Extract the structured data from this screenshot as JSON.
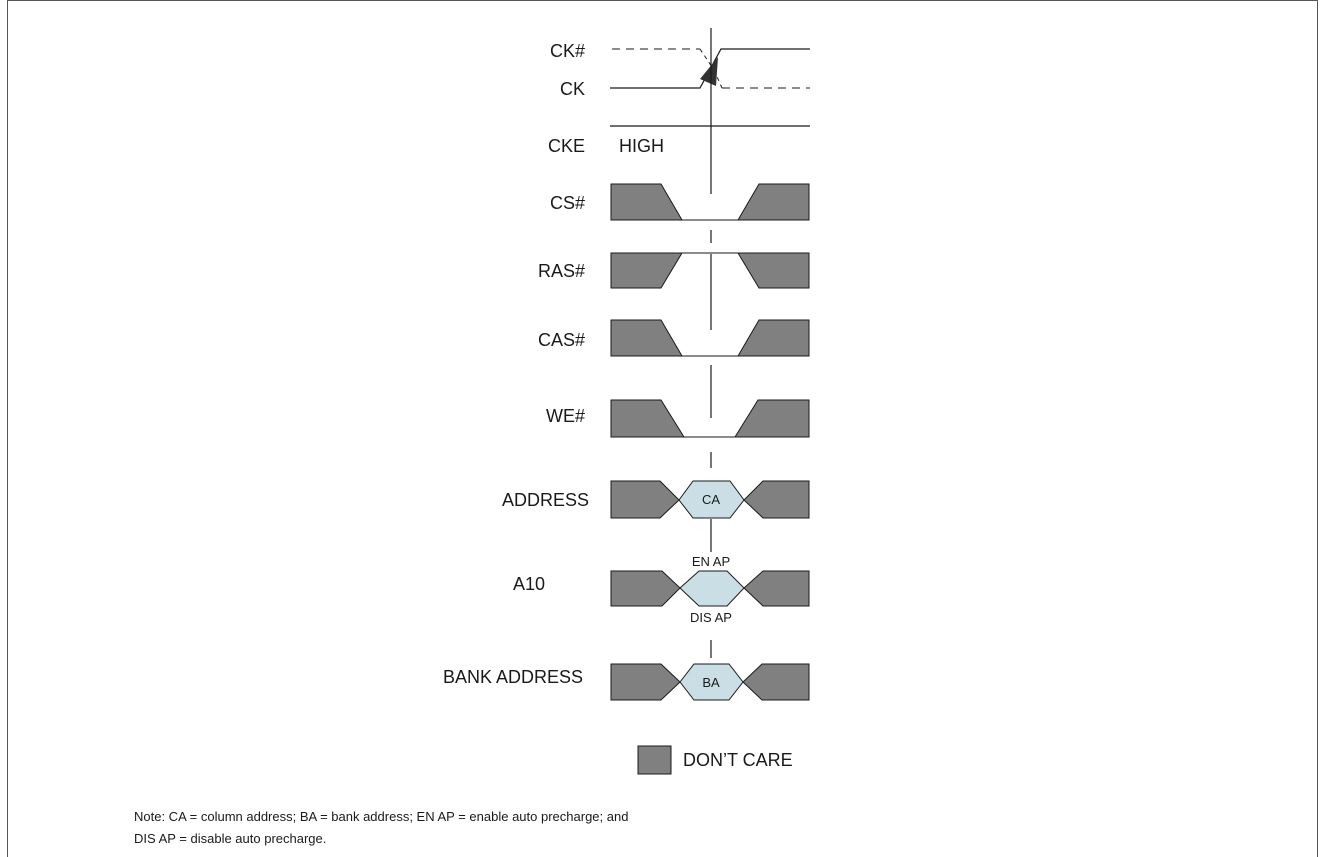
{
  "signals": {
    "ck_n": "CK#",
    "ck": "CK",
    "cke": "CKE",
    "cs_n": "CS#",
    "ras_n": "RAS#",
    "cas_n": "CAS#",
    "we_n": "WE#",
    "address": "ADDRESS",
    "a10": "A10",
    "bank_address": "BANK ADDRESS"
  },
  "cke_level": "HIGH",
  "bus_values": {
    "address": "CA",
    "bank_address": "BA",
    "a10_top": "EN AP",
    "a10_bottom": "DIS AP"
  },
  "legend": {
    "dont_care": "DON’T CARE"
  },
  "note": {
    "line1": "Note:   CA = column address; BA = bank address; EN AP = enable auto precharge; and",
    "line2": "DIS AP = disable auto precharge."
  },
  "colors": {
    "dont_care_fill": "#808080",
    "bus_fill": "#c9dfe5",
    "line": "#1a1a1a"
  }
}
